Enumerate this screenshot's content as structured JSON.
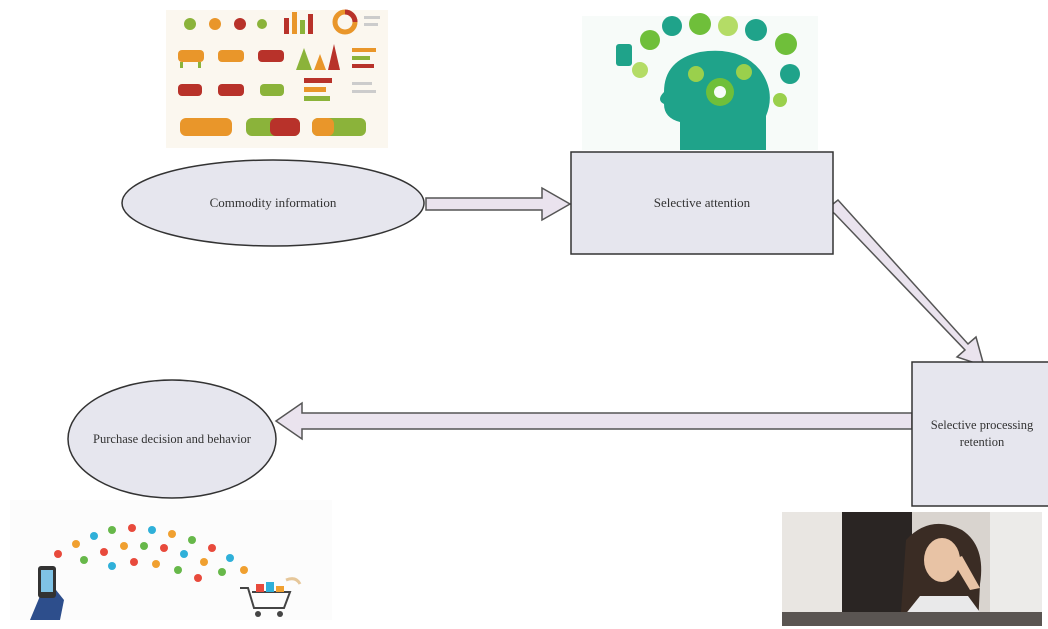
{
  "diagram": {
    "nodes": {
      "commodity_information": {
        "label": "Commodity information",
        "shape": "ellipse"
      },
      "selective_attention": {
        "label": "Selective attention",
        "shape": "rectangle"
      },
      "selective_processing_retention": {
        "label": "Selective processing retention",
        "shape": "rectangle"
      },
      "purchase_decision": {
        "label": "Purchase decision and behavior",
        "shape": "ellipse"
      }
    },
    "edges": [
      {
        "from": "commodity_information",
        "to": "selective_attention"
      },
      {
        "from": "selective_attention",
        "to": "selective_processing_retention"
      },
      {
        "from": "selective_processing_retention",
        "to": "purchase_decision"
      }
    ],
    "illustrations": [
      {
        "name": "infographic-charts-image",
        "near": "commodity_information"
      },
      {
        "name": "head-gears-image",
        "near": "selective_attention"
      },
      {
        "name": "shopping-phone-image",
        "near": "purchase_decision"
      },
      {
        "name": "thinking-woman-photo",
        "near": "selective_processing_retention"
      }
    ],
    "colors": {
      "node_fill": "#e6e6ee",
      "node_stroke": "#333333",
      "arrow_fill": "#eae3ee",
      "arrow_stroke": "#555555",
      "infographic_green": "#8bb33a",
      "infographic_orange": "#e9962a",
      "infographic_red": "#b8322a",
      "head_teal": "#1fa38a",
      "head_green": "#6fbf3a",
      "dot_colors": [
        "#e84a3c",
        "#f0a030",
        "#2fb0d9",
        "#67b84a"
      ]
    }
  }
}
